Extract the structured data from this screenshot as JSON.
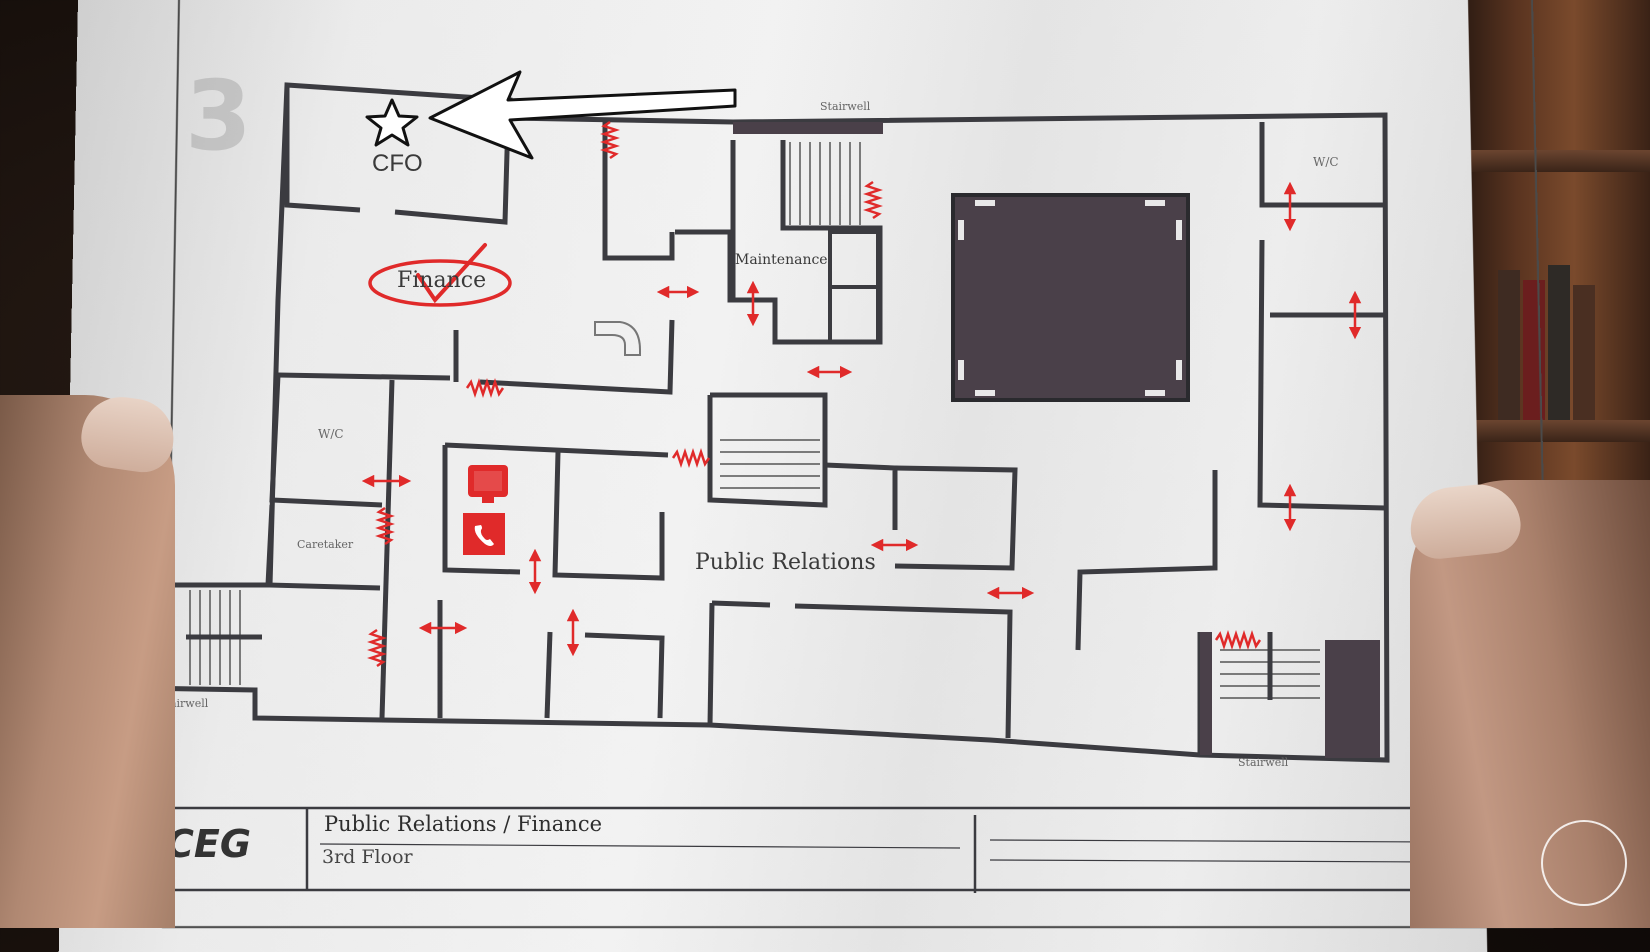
{
  "map": {
    "floor_number": "3",
    "rooms": {
      "cfo": "CFO",
      "finance": "Finance",
      "maintenance": "Maintenance",
      "wc_left": "W/C",
      "wc_right": "W/C",
      "caretaker": "Caretaker",
      "public_relations": "Public Relations",
      "stairwell_top": "Stairwell",
      "stairwell_left": "Stairwell",
      "stairwell_bottom_right": "Stairwell"
    },
    "title_block": {
      "logo": "CEG",
      "title": "Public Relations / Finance",
      "subtitle": "3rd Floor"
    }
  },
  "colors": {
    "accent_red": "#e02a2a",
    "wall": "#3b3b40",
    "paper": "#ececec",
    "void": "#4a4049"
  },
  "icons": [
    "star-icon",
    "arrow-pointer-icon",
    "computer-icon",
    "phone-icon",
    "door-arrow-icon",
    "barrier-icon",
    "checkmark-icon",
    "compass-watermark-icon"
  ]
}
